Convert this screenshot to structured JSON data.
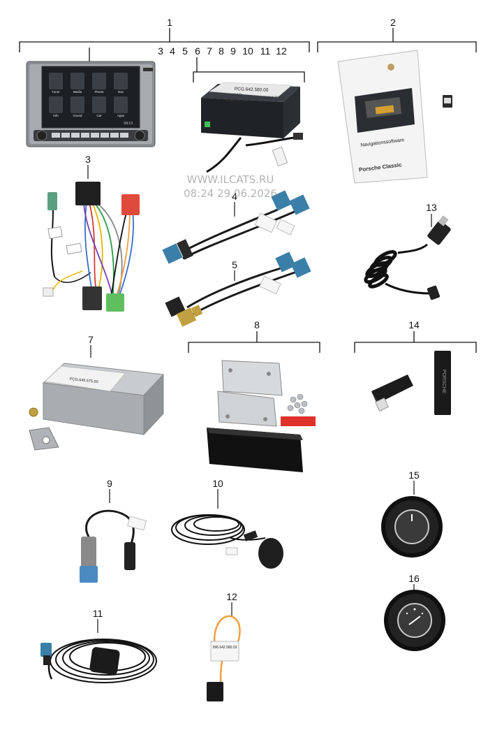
{
  "callouts": {
    "n1": "1",
    "n1_sub": [
      "3",
      "4",
      "5",
      "6",
      "7",
      "8",
      "9",
      "10",
      "11",
      "12"
    ],
    "n2": "2",
    "n3": "3",
    "n4": "4",
    "n5": "5",
    "n7": "7",
    "n8": "8",
    "n9": "9",
    "n10": "10",
    "n11": "11",
    "n12": "12",
    "n13": "13",
    "n14": "14",
    "n15": "15",
    "n16": "16"
  },
  "watermark": {
    "line1": "WWW.ILCATS.RU",
    "line2": "08:24 29.06.2026"
  },
  "labels": {
    "module_part_no": "PCG.642.580.00",
    "module_made": "Made in China",
    "module_kas": "KAS",
    "module_date": "DAM 2020",
    "dvd_title": "Navigationssoftware",
    "dvd_brand": "Porsche Classic",
    "amp_part_no": "PCG.645.575.00",
    "usb_part_no": "996.642.580.03",
    "brand_vertical": "PORSCHE",
    "screen_time": "09:13",
    "screen_tiles": [
      "Tuner",
      "Media",
      "Phone",
      "Nav",
      "Info",
      "Sound",
      "Car",
      "Apps"
    ]
  },
  "colors": {
    "line": "#111111",
    "fakra_blue": "#3a7fa8",
    "fakra_green": "#5aa080",
    "bracket_red": "#e0302b",
    "cable": "#1a1a1a"
  }
}
